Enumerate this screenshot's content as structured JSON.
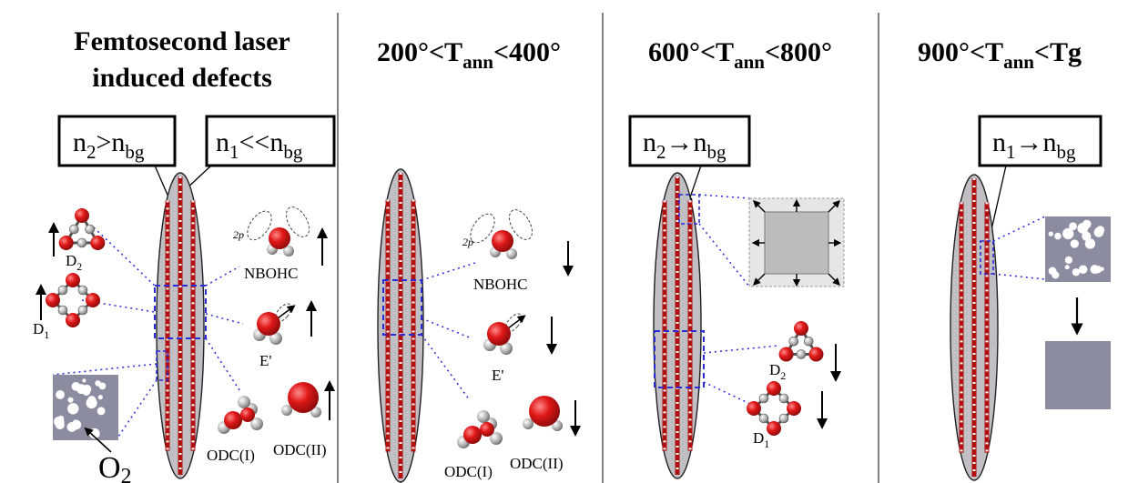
{
  "panels": [
    {
      "title_lines": [
        "Femtosecond laser",
        "induced defects"
      ],
      "box_left": {
        "n": "n",
        "sub1": "2",
        "rel": ">n",
        "sub2": "bg"
      },
      "box_right": {
        "n": "n",
        "sub1": "1",
        "rel": "<<n",
        "sub2": "bg"
      },
      "labels": {
        "d2": "D",
        "d2_sub": "2",
        "d1": "D",
        "d1_sub": "1",
        "nbohc": "NBOHC",
        "e_prime": "E'",
        "odc1": "ODC(I)",
        "odc2": "ODC(II)",
        "two_p": "2p",
        "o2": "O",
        "o2_sub": "2"
      }
    },
    {
      "title": {
        "pre": "200°<T",
        "sub": "ann",
        "post": "<400°"
      },
      "labels": {
        "nbohc": "NBOHC",
        "e_prime": "E'",
        "odc1": "ODC(I)",
        "odc2": "ODC(II)",
        "two_p": "2p"
      }
    },
    {
      "title": {
        "pre": "600°<T",
        "sub": "ann",
        "post": "<800°"
      },
      "box": {
        "n": "n",
        "sub1": "2",
        "rel": "→n",
        "sub2": "bg"
      },
      "labels": {
        "d2": "D",
        "d2_sub": "2",
        "d1": "D",
        "d1_sub": "1"
      }
    },
    {
      "title": {
        "pre": "900°<T",
        "sub": "ann",
        "post": "<Tg"
      },
      "box": {
        "n": "n",
        "sub1": "1",
        "rel": "→n",
        "sub2": "bg"
      }
    }
  ],
  "colors": {
    "atom_red": "#dd1b1b",
    "atom_grey": "#b9b9b9",
    "ellipse": "#bfbfc4",
    "void_panel": "#8c8ca0",
    "dashed": "#2a2ad6"
  }
}
